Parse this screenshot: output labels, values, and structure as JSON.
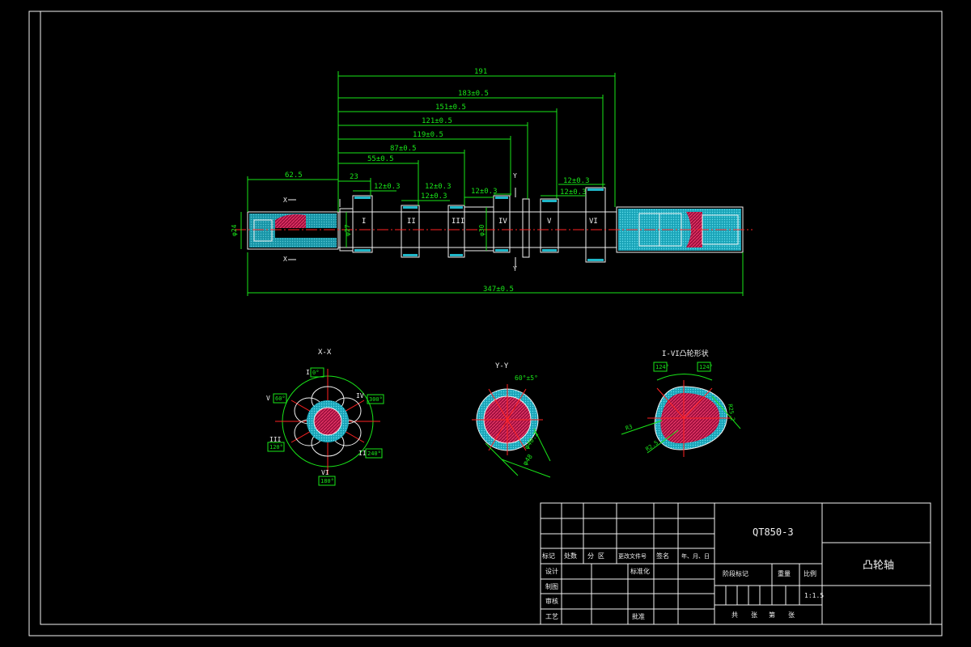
{
  "drawing": {
    "part_material": "QT850-3",
    "part_name": "凸轮轴",
    "scale": "1:1.5"
  },
  "dimensions": {
    "top": [
      "191",
      "183±0.5",
      "151±0.5",
      "121±0.5",
      "119±0.5",
      "87±0.5",
      "55±0.5"
    ],
    "left_length": "62.5",
    "small": [
      "23",
      "12±0.3",
      "12±0.3",
      "12±0.3",
      "12±0.3",
      "12±0.3",
      "12±0.3"
    ],
    "overall": "347±0.5",
    "diameters": [
      "φ24",
      "φ27",
      "φ30"
    ]
  },
  "labels": {
    "cams": [
      "I",
      "II",
      "III",
      "IV",
      "V",
      "VI"
    ],
    "section_marks": [
      "X",
      "X",
      "Y",
      "Y"
    ],
    "view_titles": [
      "X-X",
      "Y-Y",
      "I-VI凸轮形状"
    ]
  },
  "xx_view": {
    "angles": [
      {
        "cam": "I",
        "angle": "0°"
      },
      {
        "cam": "IV",
        "angle": "300°"
      },
      {
        "cam": "II",
        "angle": "240°"
      },
      {
        "cam": "VI",
        "angle": "180°"
      },
      {
        "cam": "III",
        "angle": "120°"
      },
      {
        "cam": "V",
        "angle": "60°"
      }
    ]
  },
  "yy_view": {
    "dims": [
      "60°±5°",
      "φ40.2",
      "φ48"
    ]
  },
  "cam_view": {
    "dims": [
      "124°",
      "124°",
      "R25.2",
      "R3",
      "R2.5"
    ]
  },
  "title_block": {
    "row_labels": [
      "标记",
      "处数",
      "分 区",
      "更改文件号",
      "签名",
      "年、月、日"
    ],
    "left_labels": [
      "设计",
      "制图",
      "审核",
      "工艺"
    ],
    "mid_labels": [
      "标准化",
      "批准"
    ],
    "info_labels": [
      "阶段标记",
      "重量",
      "比例"
    ],
    "sheet": [
      "共",
      "张",
      "第",
      "张"
    ]
  }
}
